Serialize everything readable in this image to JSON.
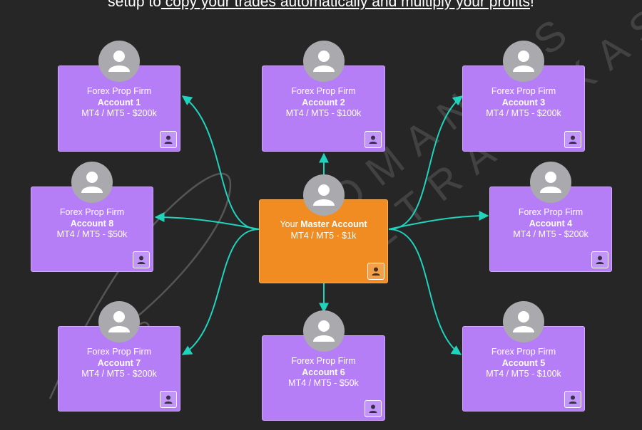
{
  "headline": {
    "prefix": "setup to",
    "link": " copy your trades automatically and multiply your profits",
    "suffix": "!"
  },
  "watermark": {
    "line1": "ROMANTAS",
    "line2": "PETRAUSKAS"
  },
  "master": {
    "line1_prefix": "Your ",
    "line1_bold": "Master Account",
    "line2": "MT4 / MT5 - $1k"
  },
  "accounts": [
    {
      "firm": "Forex Prop Firm",
      "name": "Account 1",
      "platform": "MT4 / MT5 - $200k"
    },
    {
      "firm": "Forex Prop Firm",
      "name": "Account 2",
      "platform": "MT4 / MT5 - $100k"
    },
    {
      "firm": "Forex Prop Firm",
      "name": "Account 3",
      "platform": "MT4 / MT5 - $200k"
    },
    {
      "firm": "Forex Prop Firm",
      "name": "Account 4",
      "platform": "MT4 / MT5 - $200k"
    },
    {
      "firm": "Forex Prop Firm",
      "name": "Account 5",
      "platform": "MT4 / MT5 - $100k"
    },
    {
      "firm": "Forex Prop Firm",
      "name": "Account 6",
      "platform": "MT4 / MT5 - $50k"
    },
    {
      "firm": "Forex Prop Firm",
      "name": "Account 7",
      "platform": "MT4 / MT5 - $200k"
    },
    {
      "firm": "Forex Prop Firm",
      "name": "Account 8",
      "platform": "MT4 / MT5 - $50k"
    }
  ],
  "icons": {
    "avatar": "user-avatar-icon",
    "card_badge": "person-badge-icon"
  },
  "colors": {
    "background": "#262626",
    "account_card": "#b57ef7",
    "master_card": "#f08c22",
    "connector": "#1fd3bd",
    "avatar": "#a9a9ae"
  }
}
